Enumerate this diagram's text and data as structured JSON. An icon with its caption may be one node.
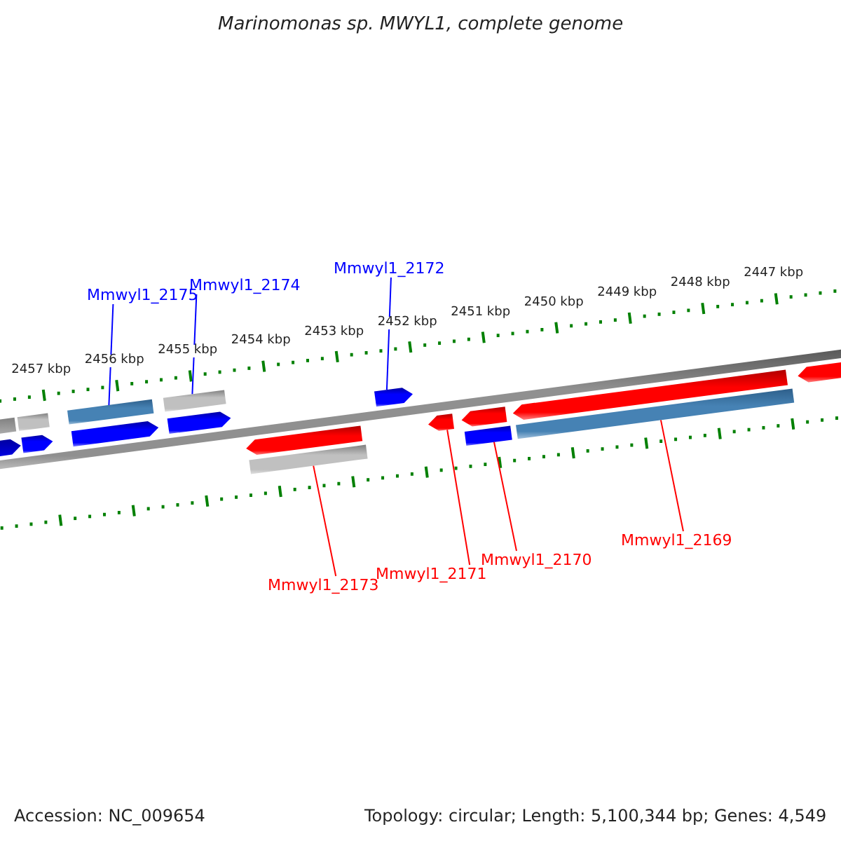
{
  "diagram": {
    "title": "Marinomonas sp. MWYL1, complete genome",
    "nodes": [
      {
        "text": [
          "Mmwyl1_2175"
        ]
      },
      {
        "text": [
          "Mmwyl1_2174"
        ]
      },
      {
        "text": [
          "Mmwyl1_2172"
        ]
      },
      {
        "text": [
          "Mmwyl1_2173"
        ]
      },
      {
        "text": [
          "Mmwyl1_2171"
        ]
      },
      {
        "text": [
          "Mmwyl1_2170"
        ]
      },
      {
        "text": [
          "Mmwyl1_2169"
        ]
      },
      {
        "text": [],
        "shape": "bar"
      },
      {
        "text": [],
        "shape": "bar"
      },
      {
        "text": [],
        "shape": "pentagon"
      },
      {
        "text": [],
        "shape": "bar"
      },
      {
        "text": [],
        "shape": "pentagon"
      },
      {
        "text": [],
        "shape": "bar"
      },
      {
        "text": [],
        "shape": "bar"
      }
    ],
    "edges": [
      {
        "from": 0,
        "to": 7,
        "arrow": "none",
        "color": "#0000ff"
      },
      {
        "from": 1,
        "to": 8,
        "arrow": "none",
        "color": "#0000ff"
      },
      {
        "from": 2,
        "to": 9,
        "arrow": "none",
        "color": "#0000ff"
      },
      {
        "from": 3,
        "to": 10,
        "arrow": "none"
      },
      {
        "from": 4,
        "to": 11,
        "arrow": "none"
      },
      {
        "from": 5,
        "to": 12,
        "arrow": "none"
      },
      {
        "from": 6,
        "to": 13,
        "arrow": "none"
      }
    ],
    "labels": [
      "2457 kbp",
      "2456 kbp",
      "2455 kbp",
      "2454 kbp",
      "2453 kbp",
      "2452 kbp",
      "2451 kbp",
      "2450 kbp",
      "2449 kbp",
      "2448 kbp",
      "2447 kbp",
      "Accession: NC_009654",
      "Topology: circular; Length: 5,100,344 bp; Genes: 4,549"
    ]
  }
}
